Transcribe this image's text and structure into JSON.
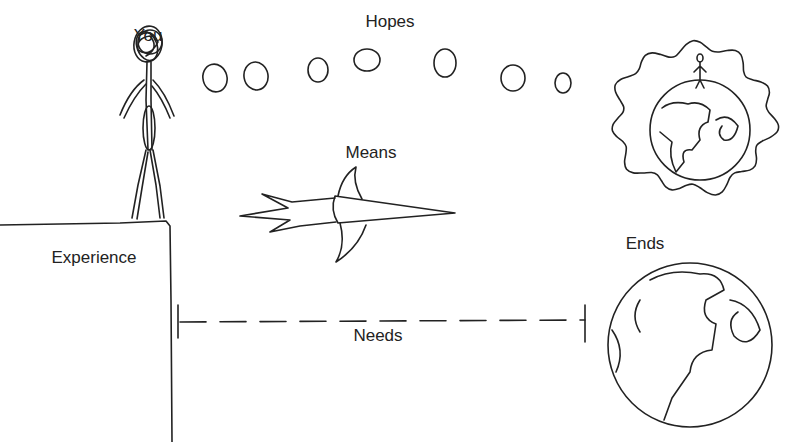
{
  "diagram": {
    "labels": [
      "You",
      "Hopes",
      "Means",
      "Experience",
      "Ends",
      "Needs"
    ]
  }
}
